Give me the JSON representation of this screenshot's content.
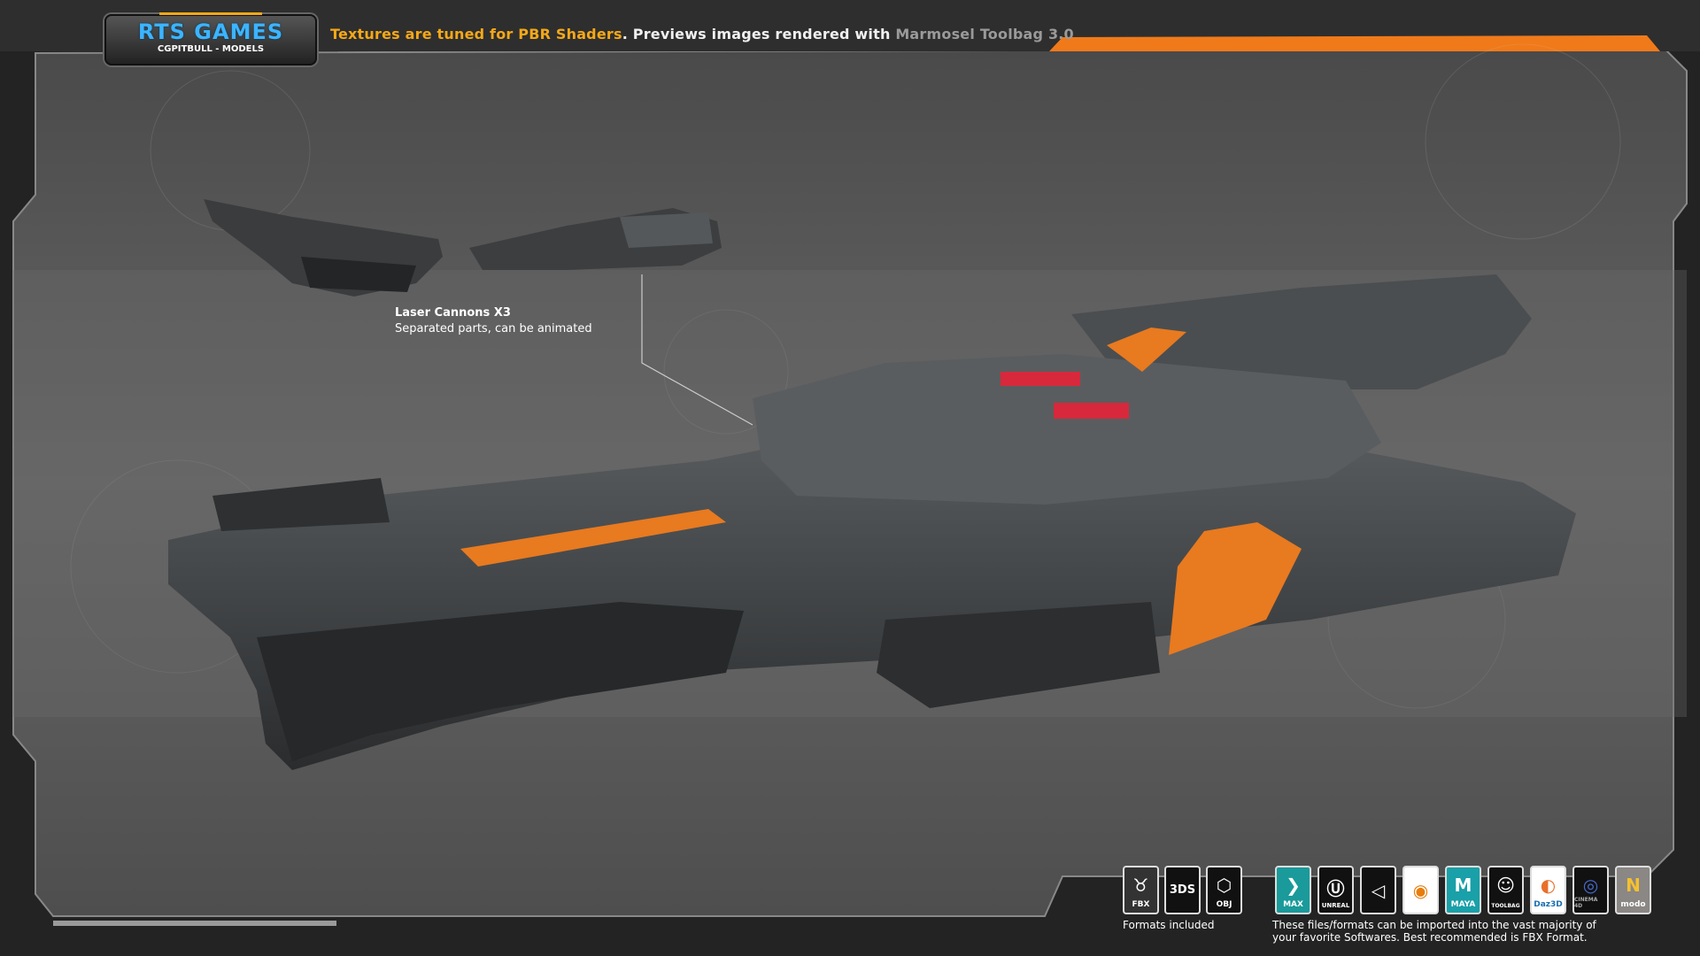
{
  "header": {
    "logo_title": "RTS GAMES",
    "logo_subtitle": "CGPITBULL - MODELS",
    "text_highlight": "Textures are tuned for PBR Shaders",
    "text_main": ". Previews images rendered with ",
    "text_muted": "Marmosel Toolbag 3.0"
  },
  "callout": {
    "title": "Laser Cannons X3",
    "subtitle": "Separated parts, can be animated"
  },
  "formats": {
    "caption": "Formats included",
    "items": [
      {
        "name": "fbx-icon",
        "label": "FBX"
      },
      {
        "name": "3ds-icon",
        "label": "3DS"
      },
      {
        "name": "obj-icon",
        "label": "OBJ"
      }
    ]
  },
  "software": {
    "caption_line1": "These files/formats can be imported into the vast majority of",
    "caption_line2": "your favorite Softwares. Best recommended is FBX Format.",
    "items": [
      {
        "name": "3ds-max-icon",
        "label": "MAX",
        "bg": "#1a9a9a"
      },
      {
        "name": "unreal-engine-icon",
        "label": "UNREAL",
        "bg": "#111111"
      },
      {
        "name": "unity-icon",
        "label": "",
        "bg": "#111111"
      },
      {
        "name": "blender-icon",
        "label": "",
        "bg": "#ffffff"
      },
      {
        "name": "maya-icon",
        "label": "MAYA",
        "bg": "#1aa0a8"
      },
      {
        "name": "marmoset-toolbag-icon",
        "label": "TOOLBAG",
        "bg": "#111111"
      },
      {
        "name": "daz3d-icon",
        "label": "Daz3D",
        "bg": "#ffffff"
      },
      {
        "name": "cinema4d-icon",
        "label": "CINEMA 4D",
        "bg": "#111111"
      },
      {
        "name": "modo-icon",
        "label": "modo",
        "bg": "#8a8784"
      }
    ]
  },
  "colors": {
    "accent": "#f4a818",
    "stripe": "#f07a1a",
    "panel": "#5c5c5c"
  }
}
